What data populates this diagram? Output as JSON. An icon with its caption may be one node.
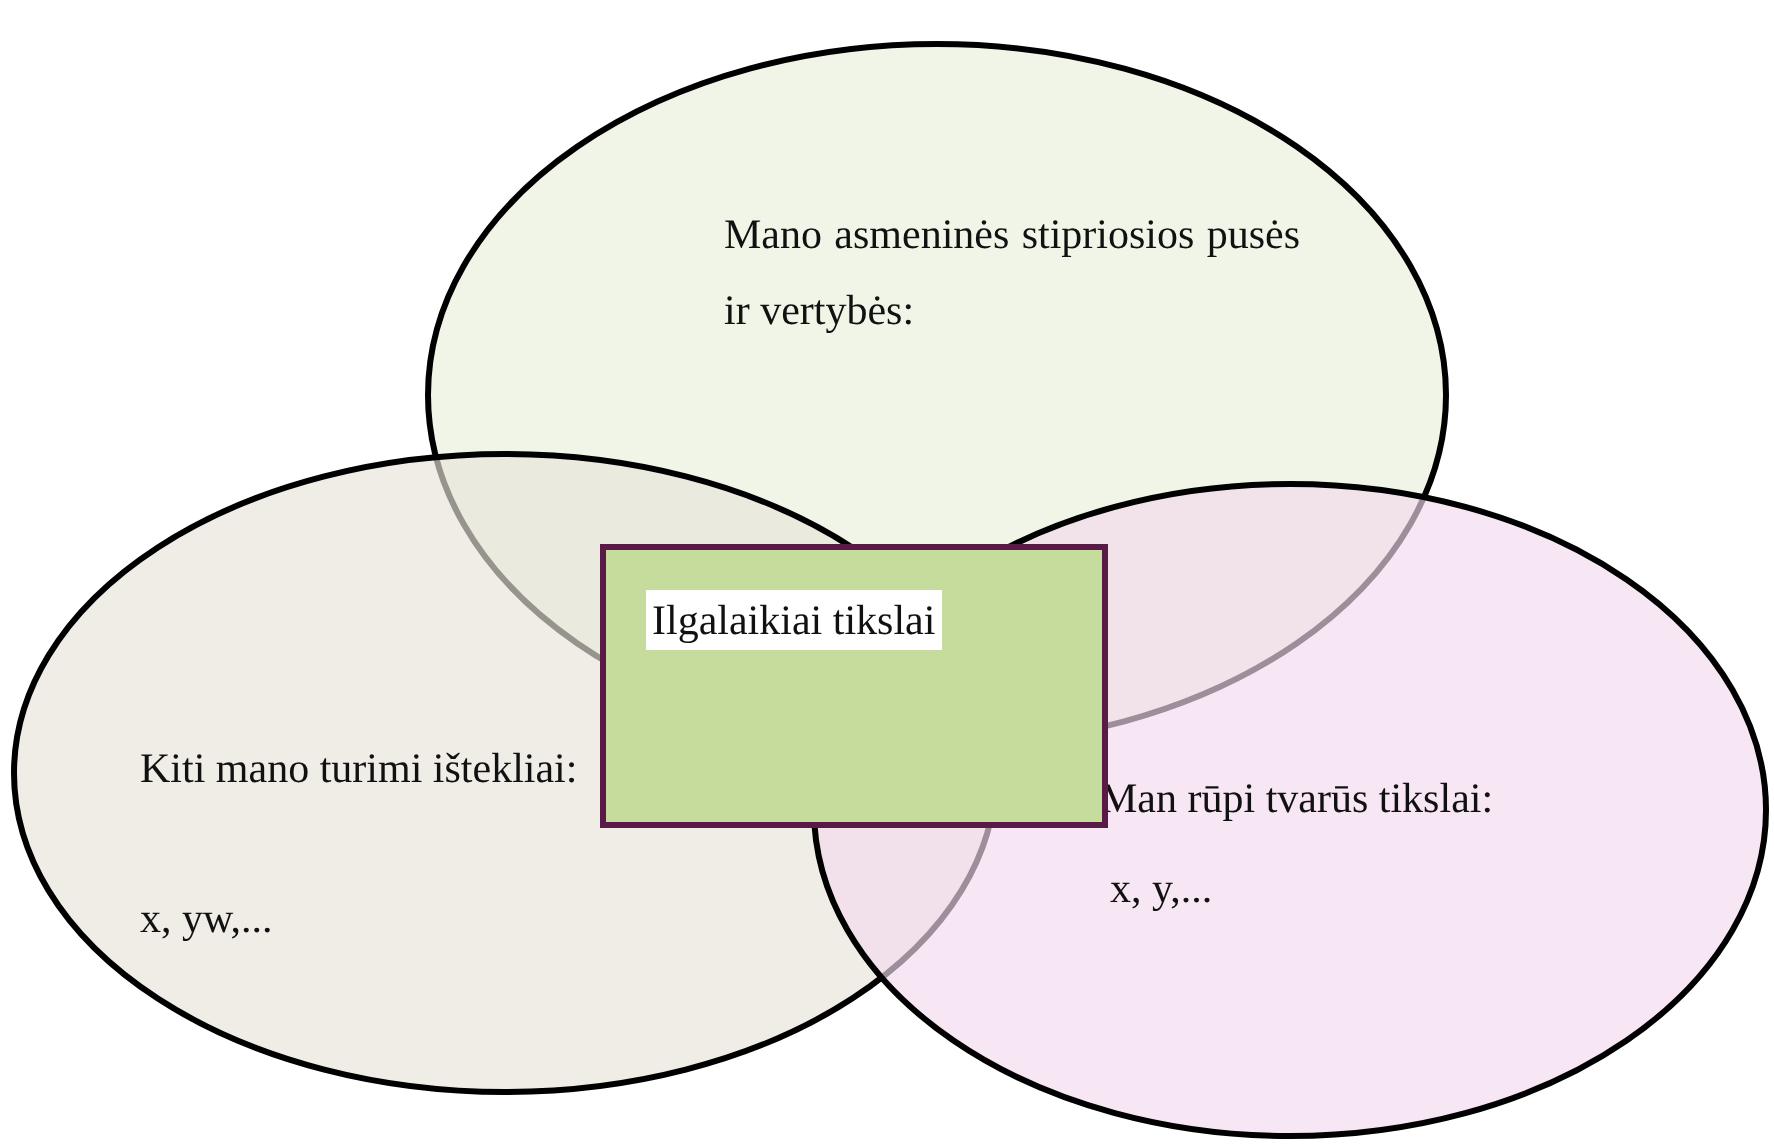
{
  "diagram": {
    "nodes": [
      {
        "text": [
          "Mano asmeninės stipriosios pusės ir vertybės:"
        ]
      },
      {
        "text": [
          "Kiti mano turimi ištekliai:",
          "x, yw,..."
        ]
      },
      {
        "text": [
          "Man rūpi tvarūs tikslai:",
          "x, y,..."
        ]
      },
      {
        "text": [
          "Ilgalaikiai tikslai"
        ]
      }
    ]
  }
}
